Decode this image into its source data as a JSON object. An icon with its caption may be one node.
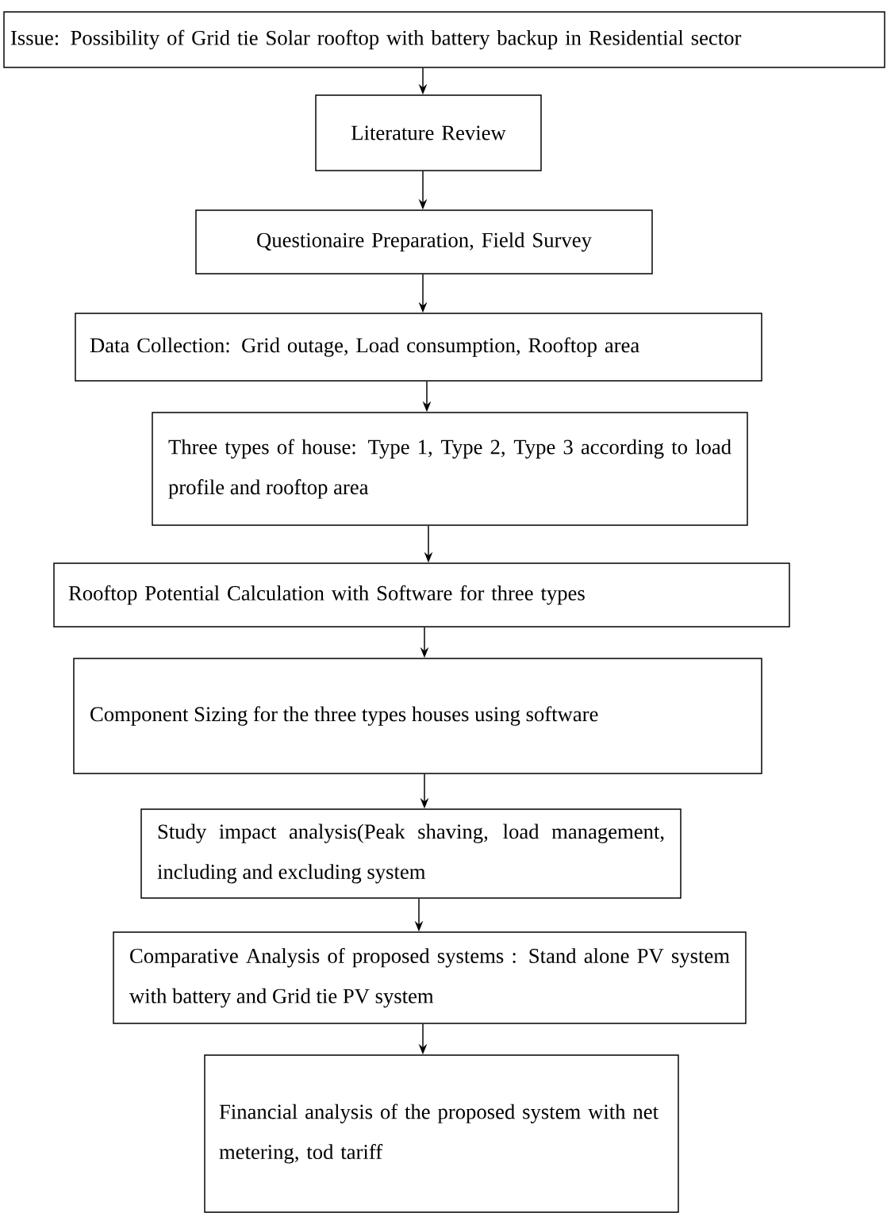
{
  "diagram": {
    "nodes": [
      {
        "text": [
          "Issue: Possibility of Grid tie Solar rooftop with battery backup in Residential sector"
        ]
      },
      {
        "text": [
          "Literature Review"
        ]
      },
      {
        "text": [
          "Questionaire Preparation, Field Survey"
        ]
      },
      {
        "text": [
          "Data Collection: Grid outage, Load consumption, Rooftop area"
        ]
      },
      {
        "text": [
          "Three types of house: Type 1, Type 2, Type 3 according to load profile and rooftop area"
        ]
      },
      {
        "text": [
          "Rooftop Potential Calculation with Software for three types"
        ]
      },
      {
        "text": [
          "Component Sizing for the three types houses using software"
        ]
      },
      {
        "text": [
          "Study impact analysis(Peak shaving, load management, including and excluding system"
        ]
      },
      {
        "text": [
          "Comparative Analysis of proposed systems : Stand alone PV system with battery and Grid tie PV system"
        ]
      },
      {
        "text": [
          "Financial analysis of the proposed system with net metering, tod tariff"
        ]
      }
    ],
    "edges": [
      {
        "from": 0,
        "to": 1,
        "arrow": "to"
      },
      {
        "from": 1,
        "to": 2,
        "arrow": "to"
      },
      {
        "from": 2,
        "to": 3,
        "arrow": "to"
      },
      {
        "from": 3,
        "to": 4,
        "arrow": "to"
      },
      {
        "from": 4,
        "to": 5,
        "arrow": "to"
      },
      {
        "from": 5,
        "to": 6,
        "arrow": "to"
      },
      {
        "from": 6,
        "to": 7,
        "arrow": "to"
      },
      {
        "from": 7,
        "to": 8,
        "arrow": "to"
      },
      {
        "from": 8,
        "to": 9,
        "arrow": "to"
      }
    ]
  }
}
